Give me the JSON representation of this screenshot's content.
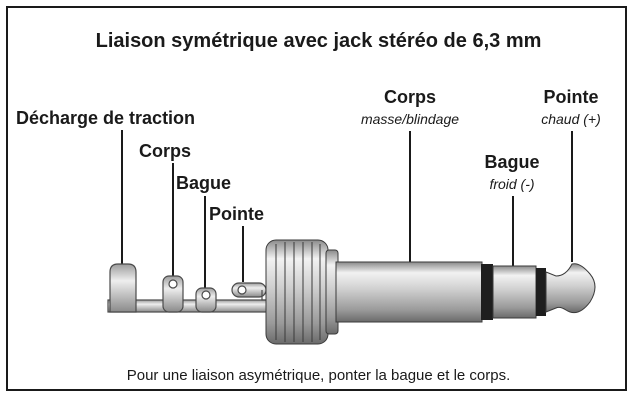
{
  "title": "Liaison symétrique avec jack stéréo de 6,3 mm",
  "labels": {
    "strain_relief": "Décharge de traction",
    "corps_left": "Corps",
    "bague_left": "Bague",
    "pointe_left": "Pointe",
    "corps_right": "Corps",
    "corps_right_sub": "masse/blindage",
    "bague_right": "Bague",
    "bague_right_sub": "froid (-)",
    "pointe_right": "Pointe",
    "pointe_right_sub": "chaud (+)"
  },
  "note": "Pour une liaison asymétrique, ponter la bague et le corps.",
  "colors": {
    "text": "#1a1a1a",
    "metal_light": "#e6e6e6",
    "metal_mid": "#b8b8b8",
    "metal_dark": "#6f6f6f",
    "insulator": "#1e1e1e"
  }
}
